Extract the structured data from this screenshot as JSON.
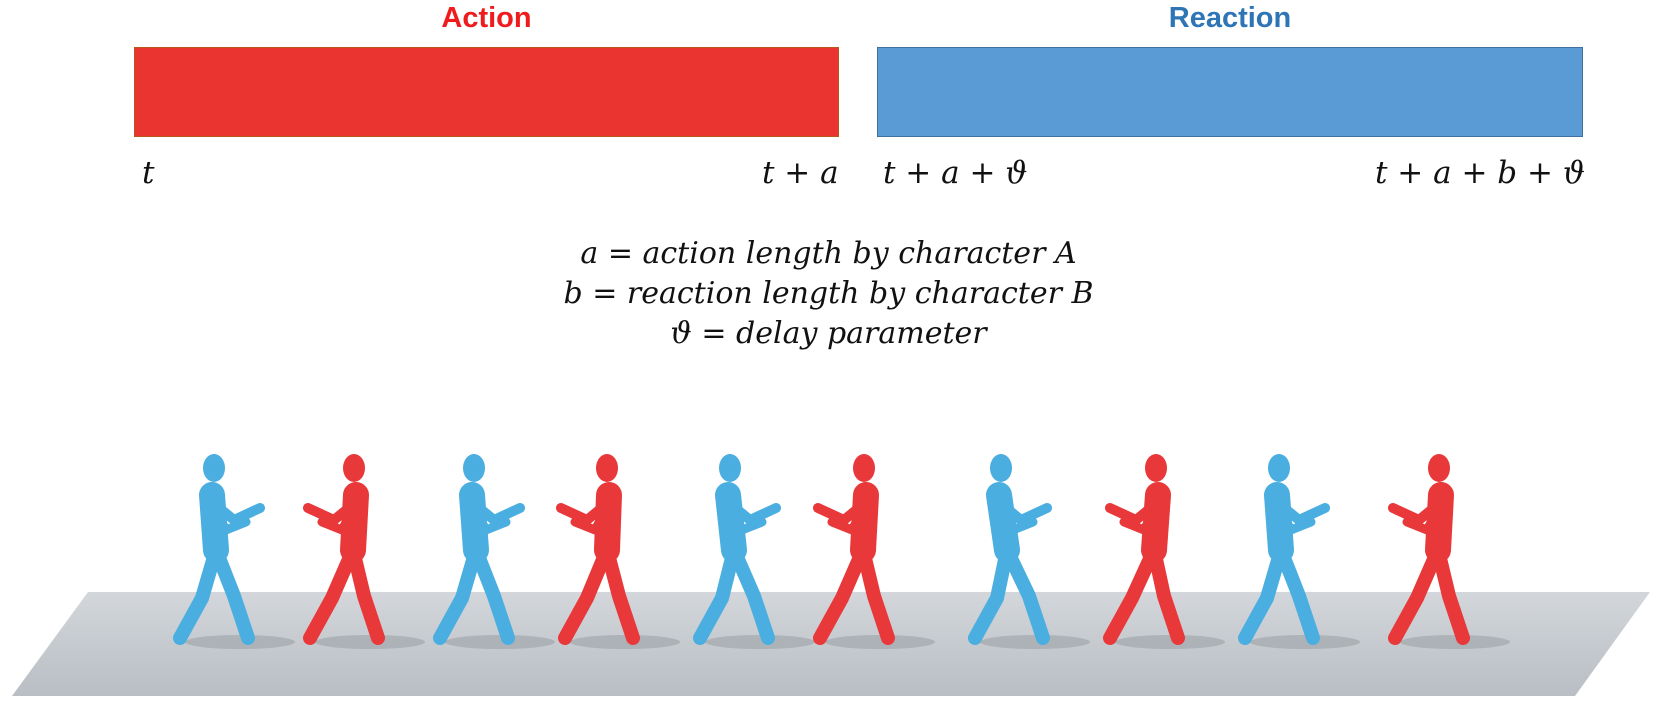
{
  "timeline": {
    "action_label": "Action",
    "reaction_label": "Reaction",
    "ticks": [
      "t",
      "t + a",
      "t + a + ϑ",
      "t + a + b + ϑ"
    ]
  },
  "definitions": [
    "a = action length by character A",
    "b = reaction length by character B",
    "ϑ = delay parameter"
  ],
  "scene": {
    "floor_color": "#c3c8cd",
    "character_a_color": "#e8383a",
    "character_b_color": "#4aaee0"
  }
}
